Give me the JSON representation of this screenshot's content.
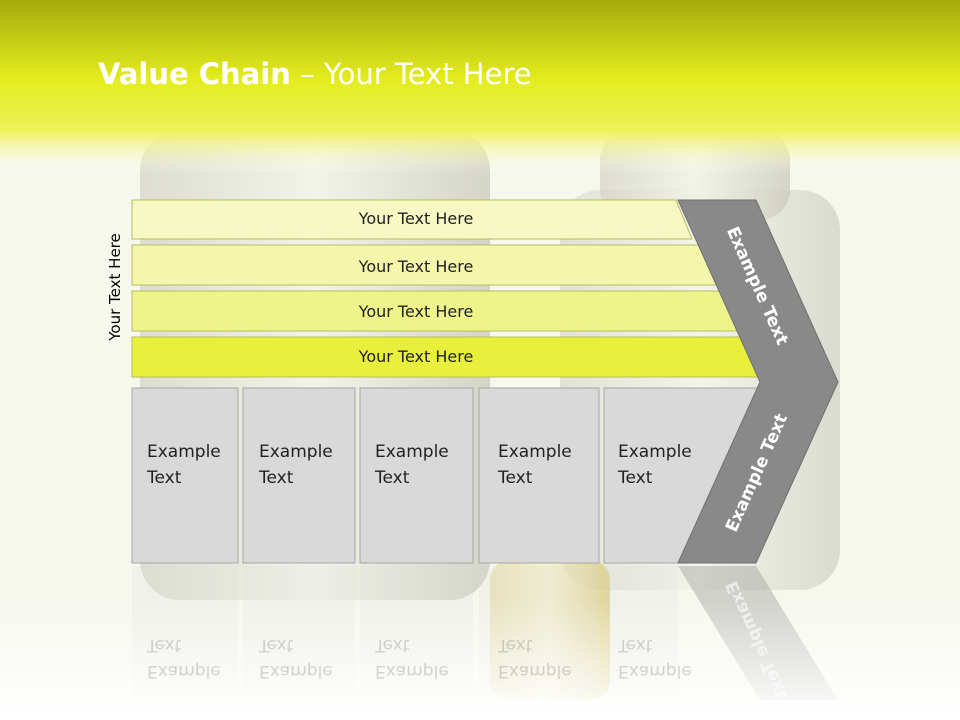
{
  "slide": {
    "title_bold": "Value Chain",
    "title_rest": " – Your Text Here",
    "side_label": "Your Text Here"
  },
  "rows": [
    {
      "text": "Your Text Here"
    },
    {
      "text": "Your Text Here"
    },
    {
      "text": "Your Text Here"
    },
    {
      "text": "Your Text Here"
    }
  ],
  "boxes": [
    {
      "line1": "Example",
      "line2": "Text"
    },
    {
      "line1": "Example",
      "line2": "Text"
    },
    {
      "line1": "Example",
      "line2": "Text"
    },
    {
      "line1": "Example",
      "line2": "Text"
    },
    {
      "line1": "Example",
      "line2": "Text"
    }
  ],
  "arrow": {
    "upper_text": "Example Text",
    "lower_text": "Example Text"
  },
  "colors": {
    "header_top": "#a9ad0a",
    "header_mid": "#e6ee1c",
    "row_fill_light": "#f5f7b4",
    "row_fill_dark": "#e9f03a",
    "box_fill": "#d9d9d9",
    "arrow_fill": "#898989"
  }
}
